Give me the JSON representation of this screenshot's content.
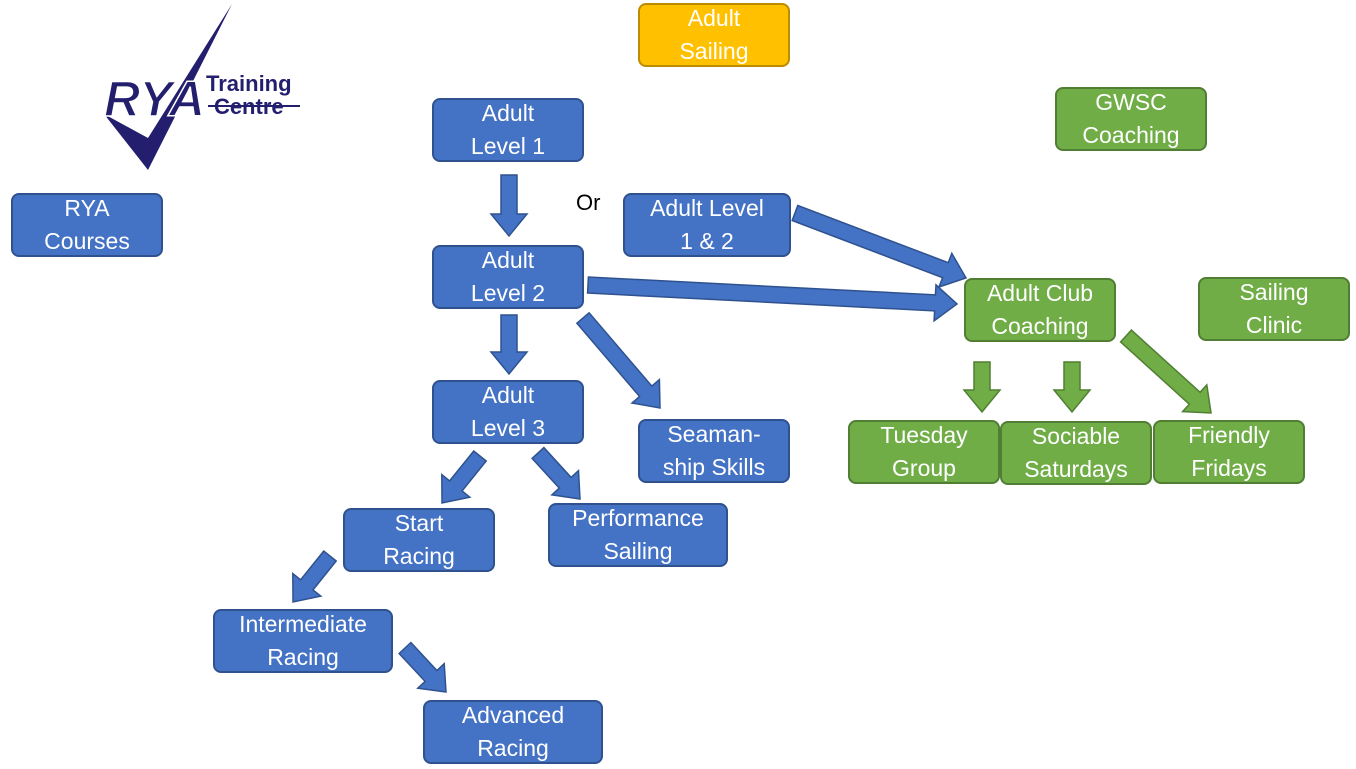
{
  "colors": {
    "blue_fill": "#4472c4",
    "blue_stroke": "#2f528f",
    "green_fill": "#70ad47",
    "green_stroke": "#507e32",
    "orange_fill": "#ffc000",
    "logo_navy": "#231f6e"
  },
  "logo": {
    "brand": "RYA",
    "line1": "Training",
    "line2": "Centre"
  },
  "header": {
    "title": "Adult\nSailing"
  },
  "rya": {
    "courses": "RYA\nCourses",
    "level1": "Adult\nLevel 1",
    "or_label": "Or",
    "level12": "Adult Level\n1 & 2",
    "level2": "Adult\nLevel 2",
    "level3": "Adult\nLevel 3",
    "seamanship": "Seaman-\nship Skills",
    "start_racing": "Start\nRacing",
    "performance_sailing": "Performance\nSailing",
    "intermediate_racing": "Intermediate\nRacing",
    "advanced_racing": "Advanced\nRacing"
  },
  "gwsc": {
    "coaching": "GWSC\nCoaching",
    "adult_club_coaching": "Adult Club\nCoaching",
    "sailing_clinic": "Sailing\nClinic",
    "tuesday_group": "Tuesday\nGroup",
    "sociable_saturdays": "Sociable\nSaturdays",
    "friendly_fridays": "Friendly\nFridays"
  }
}
